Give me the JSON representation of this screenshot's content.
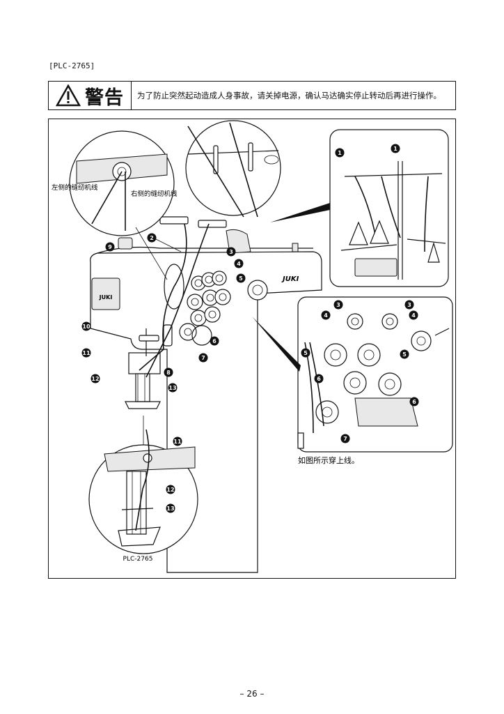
{
  "header": {
    "model_tag": "[PLC-2765]"
  },
  "warning": {
    "title": "警告",
    "text": "为了防止突然起动造成人身事故，请关掉电源，确认马达确实停止转动后再进行操作。"
  },
  "figure": {
    "label_left_thread": "左侧的缝纫机线",
    "label_right_thread": "右侧的缝纫机线",
    "instruction_caption": "如图所示穿上线。",
    "inset_caption": "PLC-2765",
    "brand": "JUKI",
    "callouts": [
      "1",
      "2",
      "3",
      "4",
      "5",
      "6",
      "7",
      "8",
      "9",
      "10",
      "11",
      "12",
      "13"
    ]
  },
  "footer": {
    "page_number": "– 26 –"
  }
}
